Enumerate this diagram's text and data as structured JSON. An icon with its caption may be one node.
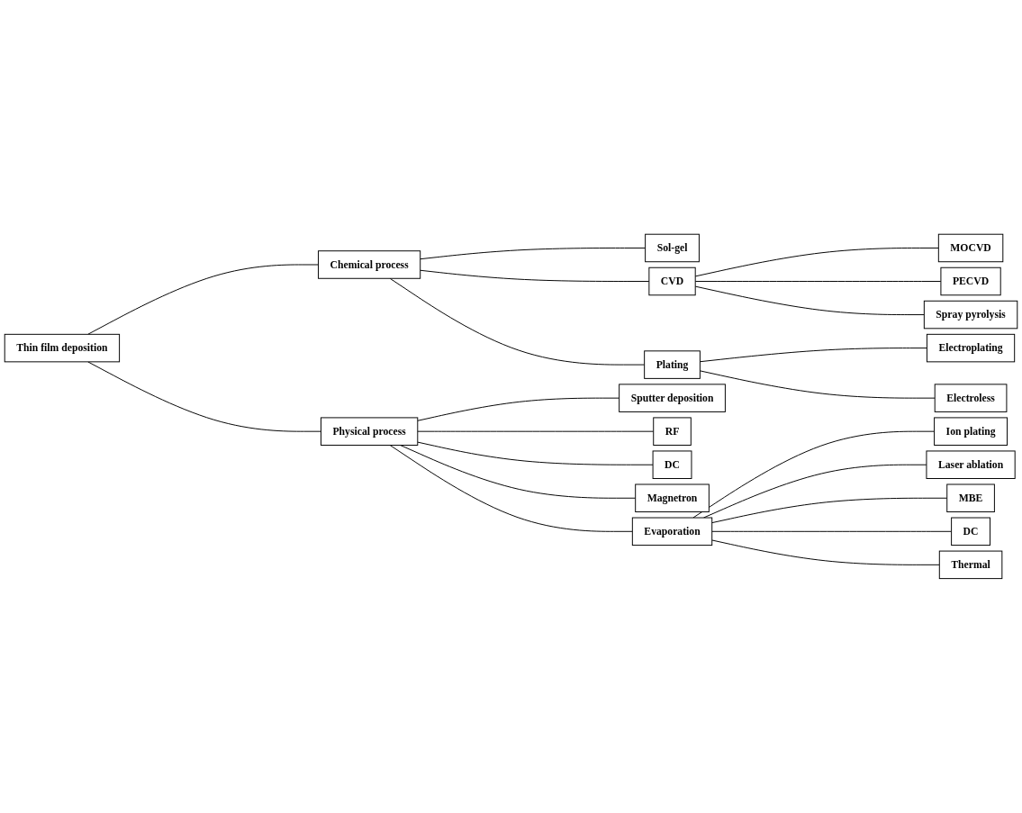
{
  "diagram": {
    "nodes": [
      {
        "text": [
          "Thin film deposition"
        ]
      },
      {
        "text": [
          "Chemical process"
        ]
      },
      {
        "text": [
          "Physical process"
        ]
      },
      {
        "text": [
          "Sol-gel"
        ]
      },
      {
        "text": [
          "CVD"
        ]
      },
      {
        "text": [
          "Plating"
        ]
      },
      {
        "text": [
          "MOCVD"
        ]
      },
      {
        "text": [
          "PECVD"
        ]
      },
      {
        "text": [
          "Spray pyrolysis"
        ]
      },
      {
        "text": [
          "Electroplating"
        ]
      },
      {
        "text": [
          "Electroless"
        ]
      },
      {
        "text": [
          "Sputter deposition"
        ]
      },
      {
        "text": [
          "RF"
        ]
      },
      {
        "text": [
          "DC"
        ]
      },
      {
        "text": [
          "Magnetron"
        ]
      },
      {
        "text": [
          "Evaporation"
        ]
      },
      {
        "text": [
          "Ion plating"
        ]
      },
      {
        "text": [
          "Laser ablation"
        ]
      },
      {
        "text": [
          "MBE"
        ]
      },
      {
        "text": [
          "DC"
        ]
      },
      {
        "text": [
          "Thermal"
        ]
      }
    ],
    "edges": [
      {
        "from": 0,
        "to": 1,
        "arrow": "none"
      },
      {
        "from": 0,
        "to": 2,
        "arrow": "none"
      },
      {
        "from": 1,
        "to": 3,
        "arrow": "none"
      },
      {
        "from": 1,
        "to": 4,
        "arrow": "none"
      },
      {
        "from": 1,
        "to": 5,
        "arrow": "none"
      },
      {
        "from": 4,
        "to": 6,
        "arrow": "none"
      },
      {
        "from": 4,
        "to": 7,
        "arrow": "none"
      },
      {
        "from": 4,
        "to": 8,
        "arrow": "none"
      },
      {
        "from": 5,
        "to": 9,
        "arrow": "none"
      },
      {
        "from": 5,
        "to": 10,
        "arrow": "none"
      },
      {
        "from": 2,
        "to": 11,
        "arrow": "none"
      },
      {
        "from": 2,
        "to": 12,
        "arrow": "none"
      },
      {
        "from": 2,
        "to": 13,
        "arrow": "none"
      },
      {
        "from": 2,
        "to": 14,
        "arrow": "none"
      },
      {
        "from": 2,
        "to": 15,
        "arrow": "none"
      },
      {
        "from": 15,
        "to": 16,
        "arrow": "none"
      },
      {
        "from": 15,
        "to": 17,
        "arrow": "none"
      },
      {
        "from": 15,
        "to": 18,
        "arrow": "none"
      },
      {
        "from": 15,
        "to": 19,
        "arrow": "none"
      },
      {
        "from": 15,
        "to": 20,
        "arrow": "none"
      }
    ]
  }
}
